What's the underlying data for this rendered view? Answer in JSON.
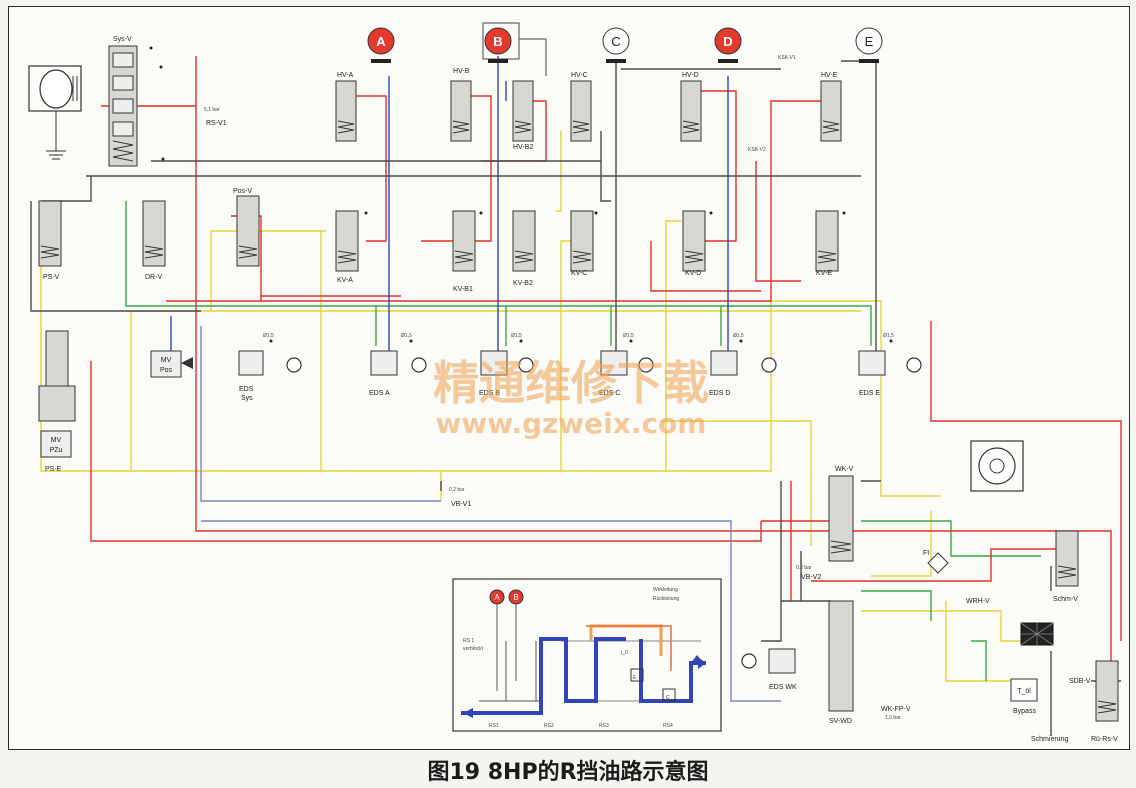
{
  "caption": "图19 8HP的R挡油路示意图",
  "watermark": {
    "line1": "精通维修下载",
    "line2": "www.gzweix.com"
  },
  "clutches": [
    "A",
    "B",
    "C",
    "D",
    "E"
  ],
  "clutch_active_color": "#e23a2e",
  "active_clutches": [
    "A",
    "B",
    "D"
  ],
  "labels": {
    "sys_v": "Sys-V",
    "rs_v1": "RS-V1",
    "rs_v1_pressure": "5,1 bar",
    "ps_v": "PS-V",
    "dr_v": "DR-V",
    "pos_v": "Pos-V",
    "mv_pos_1": "MV",
    "mv_pos_2": "Pos",
    "eds_sys_1": "EDS",
    "eds_sys_2": "Sys",
    "ps_e": "PS-E",
    "mv_pzu_1": "MV",
    "mv_pzu_2": "PZu",
    "vb_v1": "VB-V1",
    "vb_v1_pressure": "0,2 bar",
    "hv_a": "HV-A",
    "hv_b": "HV-B",
    "hv_b2": "HV-B2",
    "hv_c": "HV-C",
    "hv_d": "HV-D",
    "hv_e": "HV-E",
    "kv_a": "KV-A",
    "kv_b1": "KV-B1",
    "kv_b2": "KV-B2",
    "kv_c": "KV-C",
    "kv_d": "KV-D",
    "kv_e": "KV-E",
    "ksk_v1": "KSK-V1",
    "ksk_v2": "KSK-V2",
    "eds_a": "EDS A",
    "eds_b": "EDS B",
    "eds_c": "EDS C",
    "eds_d": "EDS D",
    "eds_e": "EDS E",
    "wk_v": "WK-V",
    "vb_v2": "VB-V2",
    "vb_v2_pressure": "0,2 bar",
    "fi": "FI",
    "schm_v": "Schm-V",
    "wrh_v": "WRH-V",
    "eds_wk": "EDS WK",
    "sv_wd": "SV-WD",
    "wk_fp_v": "WK-FP-V",
    "wk_fp_pressure": "1,0 bar",
    "t_oil": "T_öl",
    "bypass": "Bypass",
    "sdb_v": "SDB-V",
    "schmierung": "Schmierung",
    "ru_rs_v": "Rü-Rs-V",
    "orifice": "Ø1,5"
  },
  "inset": {
    "legend_1": "Wirkleitung",
    "legend_2": "Rückleitung",
    "rs_note_1": "RS 1",
    "rs_note_2": "verblockt",
    "stages": [
      "RS1",
      "RS2",
      "RS3",
      "RS4"
    ],
    "ratio_label": "i_0",
    "box_c": "C",
    "box_e": "E",
    "clutches": [
      "A",
      "B"
    ]
  },
  "line_colors": {
    "pressure": "#e0302c",
    "apply": "#2f45b8",
    "control": "#e8d23a",
    "lube": "#3aa64a",
    "return": "#4a4a4a"
  }
}
